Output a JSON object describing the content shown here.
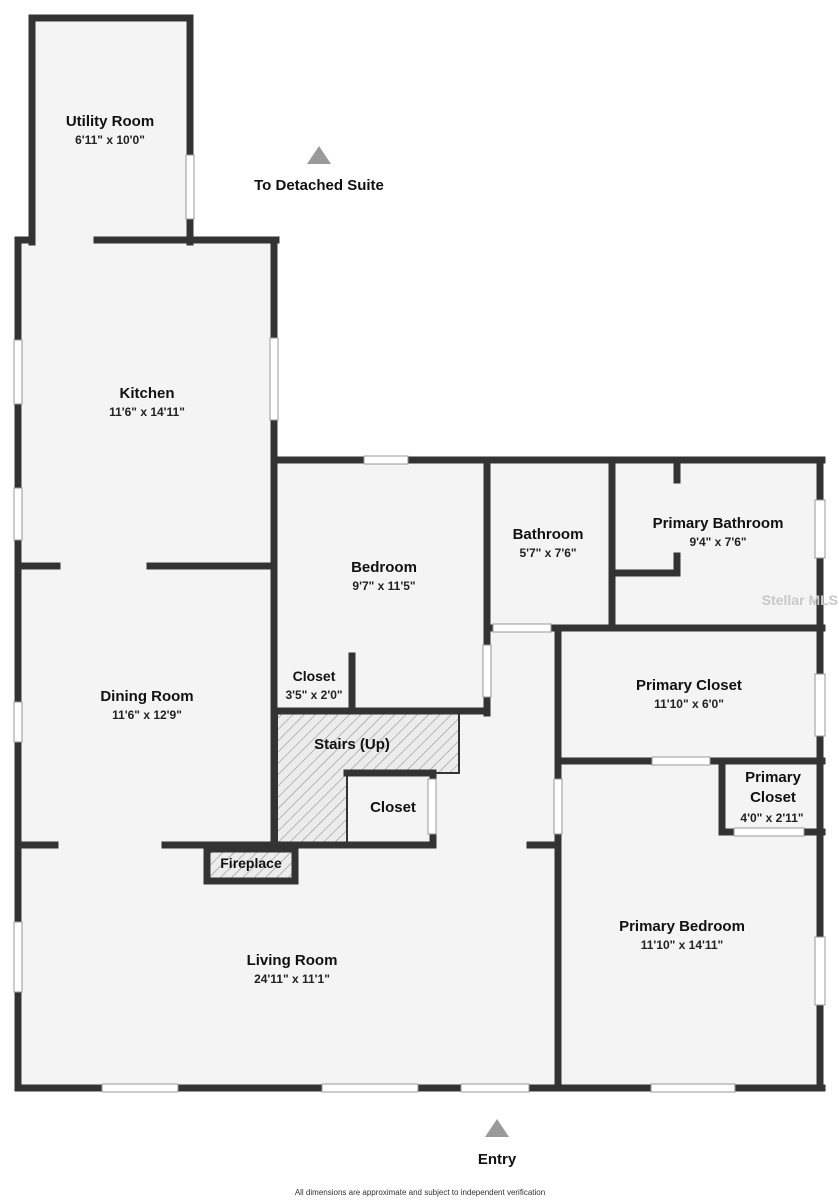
{
  "rooms": [
    {
      "name": "Utility Room",
      "dim": "6'11\" x 10'0\""
    },
    {
      "name": "Kitchen",
      "dim": "11'6\" x 14'11\""
    },
    {
      "name": "Bedroom",
      "dim": "9'7\" x 11'5\""
    },
    {
      "name": "Bathroom",
      "dim": "5'7\" x 7'6\""
    },
    {
      "name": "Primary Bathroom",
      "dim": "9'4\" x 7'6\""
    },
    {
      "name": "Closet",
      "dim": "3'5\" x 2'0\""
    },
    {
      "name": "Dining Room",
      "dim": "11'6\" x 12'9\""
    },
    {
      "name": "Primary Closet",
      "dim": "11'10\" x 6'0\""
    },
    {
      "name": "Primary Closet",
      "dim": "4'0\" x 2'11\""
    },
    {
      "name": "Primary Bedroom",
      "dim": "11'10\" x 14'11\""
    },
    {
      "name": "Living Room",
      "dim": "24'11\" x 11'1\""
    }
  ],
  "labels": {
    "stairs": "Stairs (Up)",
    "closet": "Closet",
    "fireplace": "Fireplace",
    "detached": "To Detached Suite",
    "entry": "Entry",
    "watermark": "Stellar MLS",
    "footnote": "All dimensions are approximate and subject to independent verification"
  },
  "colors": {
    "wall": "#333333",
    "floor": "#f4f4f4",
    "background": "#ffffff",
    "arrow": "#9a9a9a"
  }
}
